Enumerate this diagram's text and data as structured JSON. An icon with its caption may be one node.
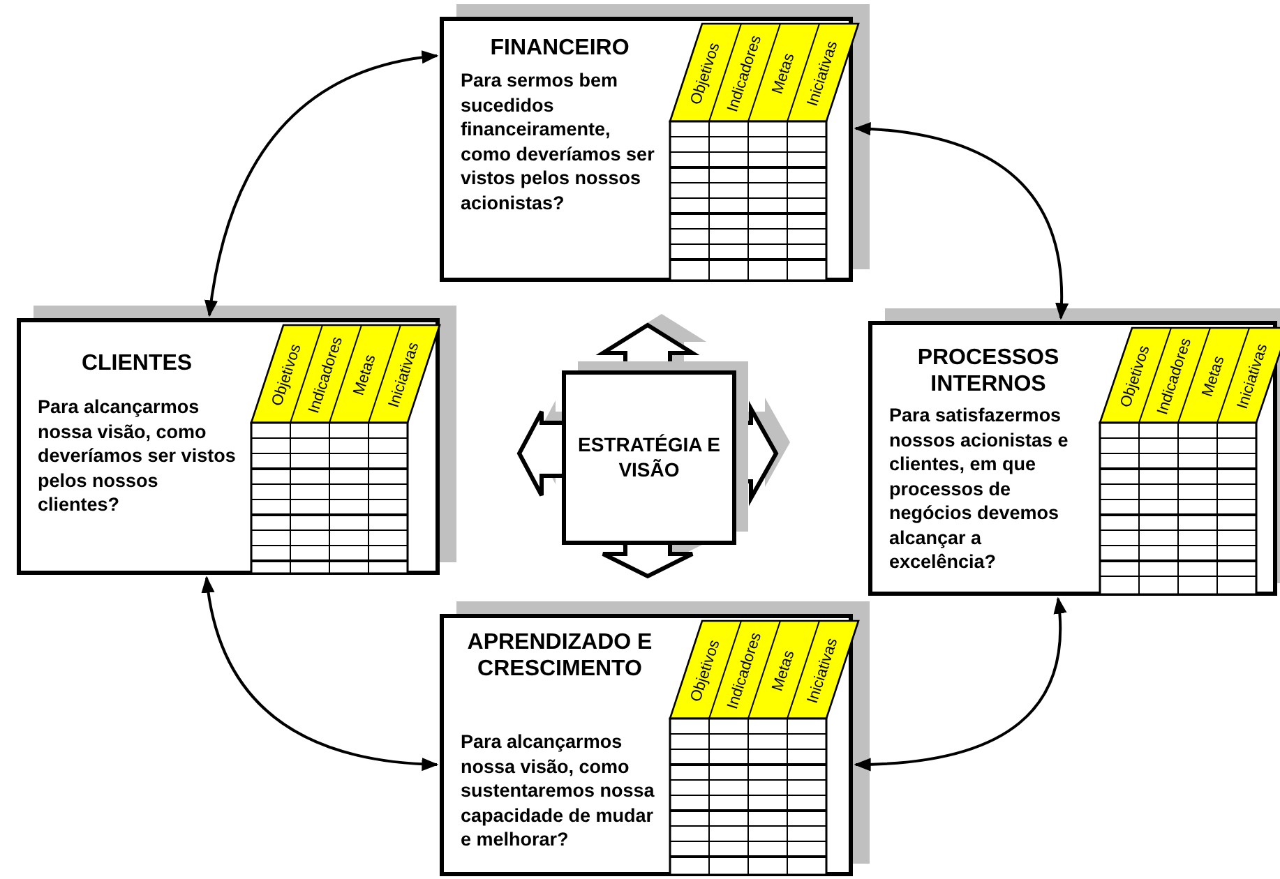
{
  "diagram": {
    "nodes": [
      {
        "text": [
          "FINANCEIRO",
          "Para sermos bem sucedidos financeiramente, como deveríamos ser vistos pelos nossos acionistas?",
          "Objetivos",
          "Indicadores",
          "Metas",
          "Iniciativas"
        ]
      },
      {
        "text": [
          "CLIENTES",
          "Para alcançarmos nossa visão, como deveríamos ser vistos pelos nossos clientes?",
          "Objetivos",
          "Indicadores",
          "Metas",
          "Iniciativas"
        ]
      },
      {
        "text": [
          "ESTRATÉGIA E VISÃO"
        ]
      },
      {
        "text": [
          "PROCESSOS INTERNOS",
          "Para satisfazermos nossos acionistas e clientes, em que processos de negócios devemos alcançar a excelência?",
          "Objetivos",
          "Indicadores",
          "Metas",
          "Iniciativas"
        ]
      },
      {
        "text": [
          "APRENDIZADO E CRESCIMENTO",
          "Para alcançarmos nossa visão, como sustentaremos nossa capacidade de mudar e melhorar?",
          "Objetivos",
          "Indicadores",
          "Metas",
          "Iniciativas"
        ]
      }
    ],
    "edges": [
      {
        "from": 0,
        "to": 1,
        "arrow": "both"
      },
      {
        "from": 0,
        "to": 3,
        "arrow": "both"
      },
      {
        "from": 1,
        "to": 4,
        "arrow": "both"
      },
      {
        "from": 4,
        "to": 3,
        "arrow": "both"
      }
    ]
  }
}
